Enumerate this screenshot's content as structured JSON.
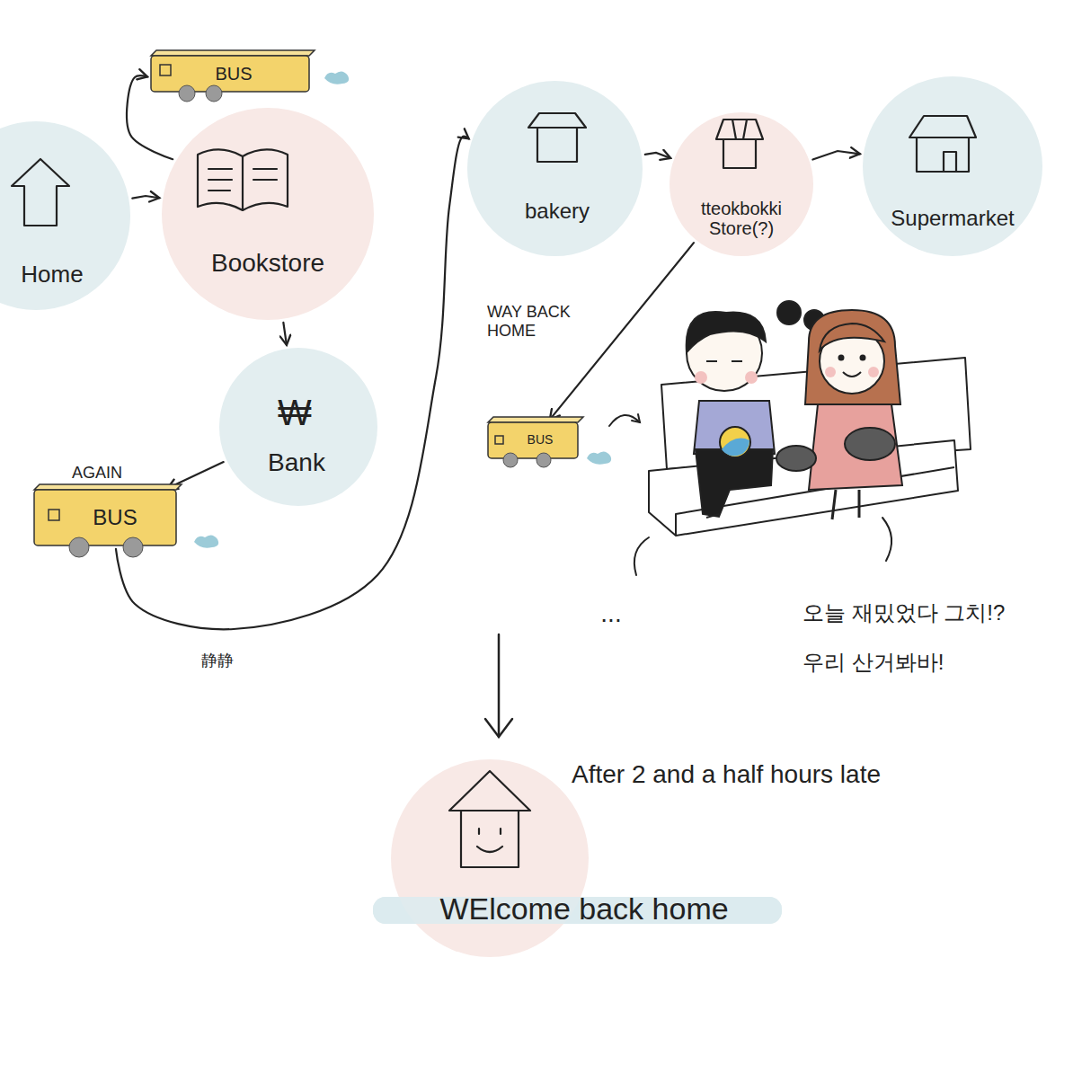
{
  "diagram": {
    "nodes": [
      {
        "text": [
          "Home"
        ]
      },
      {
        "text": [
          "BUS"
        ]
      },
      {
        "text": [
          "Bookstore"
        ]
      },
      {
        "text": [
          "₩",
          "Bank"
        ]
      },
      {
        "text": [
          "AGAIN",
          "BUS"
        ]
      },
      {
        "text": [
          "bakery"
        ]
      },
      {
        "text": [
          "tteokbokki Store(?)"
        ]
      },
      {
        "text": [
          "Supermarket"
        ]
      },
      {
        "text": [
          "BUS"
        ]
      },
      {
        "text": [
          "WElcome back home"
        ]
      }
    ],
    "edges": [
      {
        "from": 0,
        "to": 2,
        "arrow": "to"
      },
      {
        "from": 2,
        "to": 1,
        "arrow": "to"
      },
      {
        "from": 2,
        "to": 3,
        "arrow": "to"
      },
      {
        "from": 3,
        "to": 4,
        "arrow": "to"
      },
      {
        "from": 4,
        "to": 5,
        "arrow": "to"
      },
      {
        "from": 5,
        "to": 6,
        "arrow": "to"
      },
      {
        "from": 6,
        "to": 7,
        "arrow": "to"
      },
      {
        "from": 6,
        "to": 8,
        "label": "WAY BACK HOME",
        "arrow": "to"
      }
    ],
    "labels": [
      "静静",
      "...",
      "오늘 재밌었다 그치!?",
      "우리 산거봐바!",
      "After 2 and a half hours late"
    ]
  }
}
